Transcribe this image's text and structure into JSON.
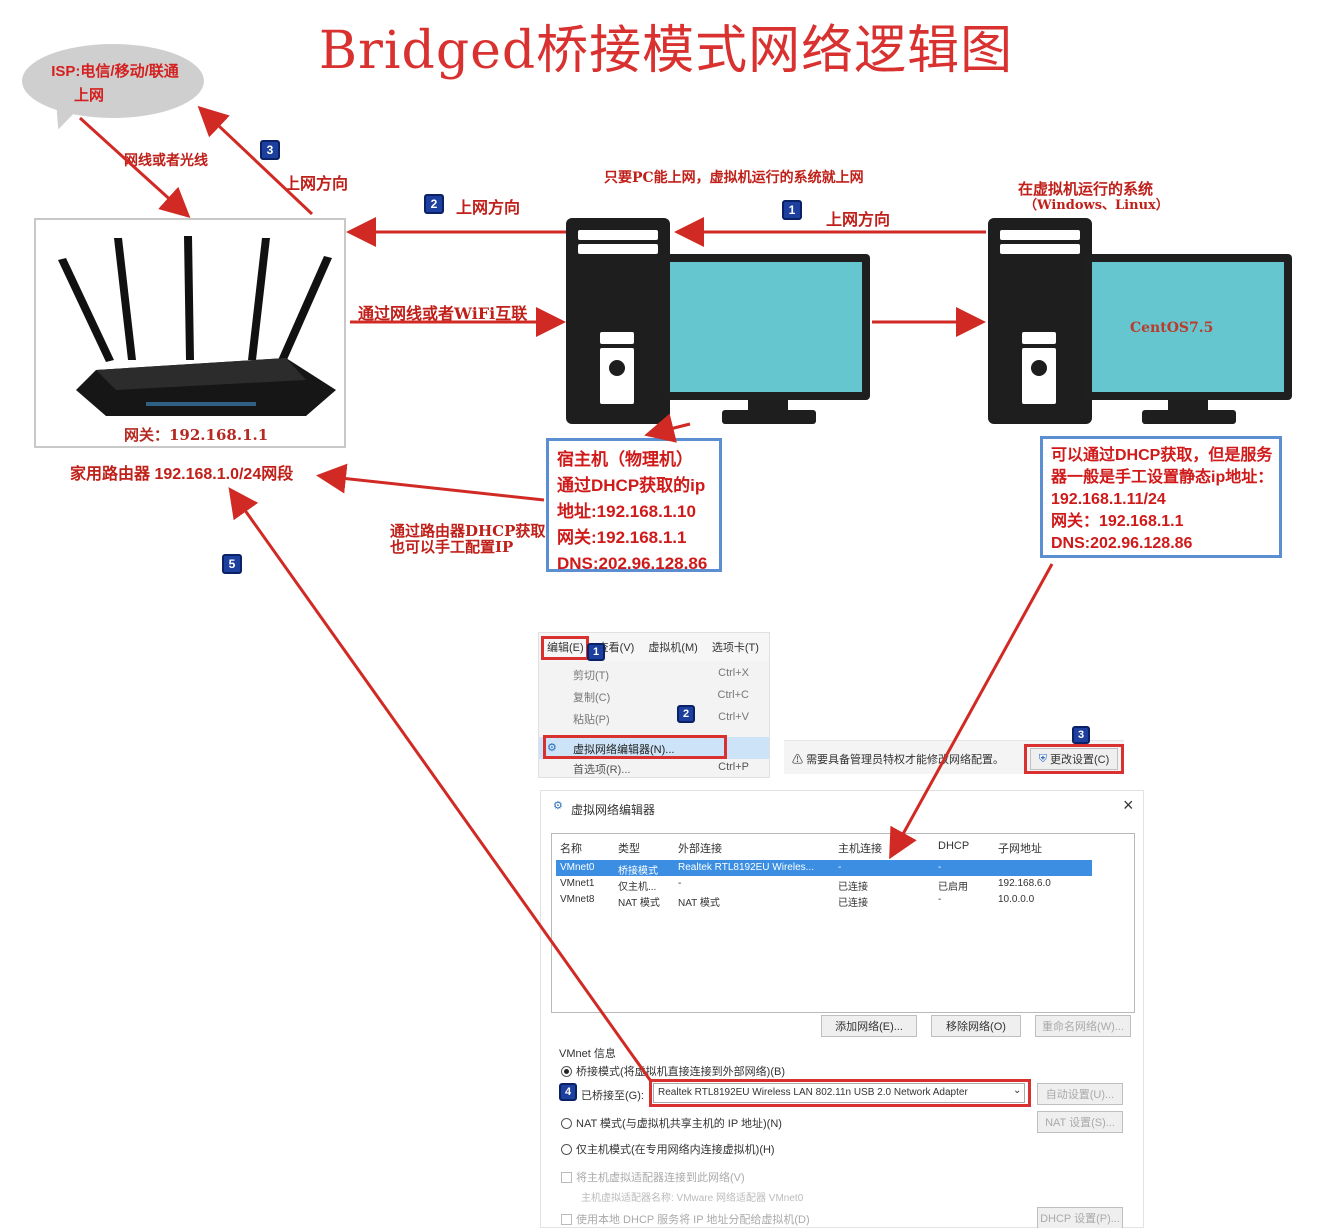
{
  "title": "Bridged桥接模式网络逻辑图",
  "isp": {
    "line1": "ISP:电信/移动/联通",
    "line2": "上网"
  },
  "labels": {
    "cable": "网线或者光线",
    "up_dir_3": "上网方向",
    "up_dir_2": "上网方向",
    "up_dir_1": "上网方向",
    "pc_only": "只要PC能上网，虚拟机运行的系统就上网",
    "vm_sys_line1": "在虚拟机运行的系统",
    "vm_sys_line2": "（Windows、Linux）",
    "lan_link": "通过网线或者WiFi互联",
    "gateway_overlay": "网关：192.168.1.1",
    "router_caption": "家用路由器 192.168.1.0/24网段",
    "dhcp_note_line1": "通过路由器DHCP获取",
    "dhcp_note_line2": "也可以手工配置IP",
    "centos": "CentOS7.5"
  },
  "badges": {
    "b1": "1",
    "b2": "2",
    "b3": "3",
    "b5": "5"
  },
  "host_box": {
    "line1": "宿主机（物理机）",
    "line2": "通过DHCP获取的ip",
    "line3": "地址:192.168.1.10",
    "line4": "网关:192.168.1.1",
    "line5": "DNS:202.96.128.86"
  },
  "vm_box": {
    "line1": "可以通过DHCP获取，但是服务",
    "line2": "器一般是手工设置静态ip地址：",
    "line3": "192.168.1.11/24",
    "line4": "网关：192.168.1.1",
    "line5": "DNS:202.96.128.86"
  },
  "menu": {
    "bar": [
      "编辑(E)",
      "查看(V)",
      "虚拟机(M)",
      "选项卡(T)"
    ],
    "items": [
      {
        "label": "剪切(T)",
        "shortcut": "Ctrl+X"
      },
      {
        "label": "复制(C)",
        "shortcut": "Ctrl+C"
      },
      {
        "label": "粘贴(P)",
        "shortcut": "Ctrl+V"
      },
      {
        "label": "虚拟网络编辑器(N)...",
        "shortcut": ""
      },
      {
        "label": "首选项(R)...",
        "shortcut": "Ctrl+P"
      }
    ],
    "badge1": "1",
    "badge2": "2"
  },
  "warn": {
    "text": "需要具备管理员特权才能修改网络配置。",
    "button": "更改设置(C)",
    "badge": "3"
  },
  "vne": {
    "title": "虚拟网络编辑器",
    "close": "×",
    "headers": [
      "名称",
      "类型",
      "外部连接",
      "主机连接",
      "DHCP",
      "子网地址"
    ],
    "rows": [
      [
        "VMnet0",
        "桥接模式",
        "Realtek RTL8192EU Wireles...",
        "-",
        "-",
        ""
      ],
      [
        "VMnet1",
        "仅主机...",
        "-",
        "已连接",
        "已启用",
        "192.168.6.0"
      ],
      [
        "VMnet8",
        "NAT 模式",
        "NAT 模式",
        "已连接",
        "-",
        "10.0.0.0"
      ]
    ],
    "btn_add": "添加网络(E)...",
    "btn_remove": "移除网络(O)",
    "btn_rename": "重命名网络(W)...",
    "section": "VMnet 信息",
    "radio_bridge": "桥接模式(将虚拟机直接连接到外部网络)(B)",
    "bridge_to_label": "已桥接至(G):",
    "bridge_adapter": "Realtek RTL8192EU Wireless LAN 802.11n USB 2.0 Network Adapter",
    "btn_auto": "自动设置(U)...",
    "radio_nat": "NAT 模式(与虚拟机共享主机的 IP 地址)(N)",
    "btn_nat": "NAT 设置(S)...",
    "radio_host": "仅主机模式(在专用网络内连接虚拟机)(H)",
    "cb_connect": "将主机虚拟适配器连接到此网络(V)",
    "adapter_name": "主机虚拟适配器名称: VMware 网络适配器 VMnet0",
    "cb_dhcp": "使用本地 DHCP 服务将 IP 地址分配给虚拟机(D)",
    "btn_dhcp": "DHCP 设置(P)...",
    "badge4": "4"
  },
  "colors": {
    "arrow": "#d12a24",
    "box_border": "#5b8fd1",
    "badge": "#1d3f9e",
    "screen": "#66c6cf"
  }
}
